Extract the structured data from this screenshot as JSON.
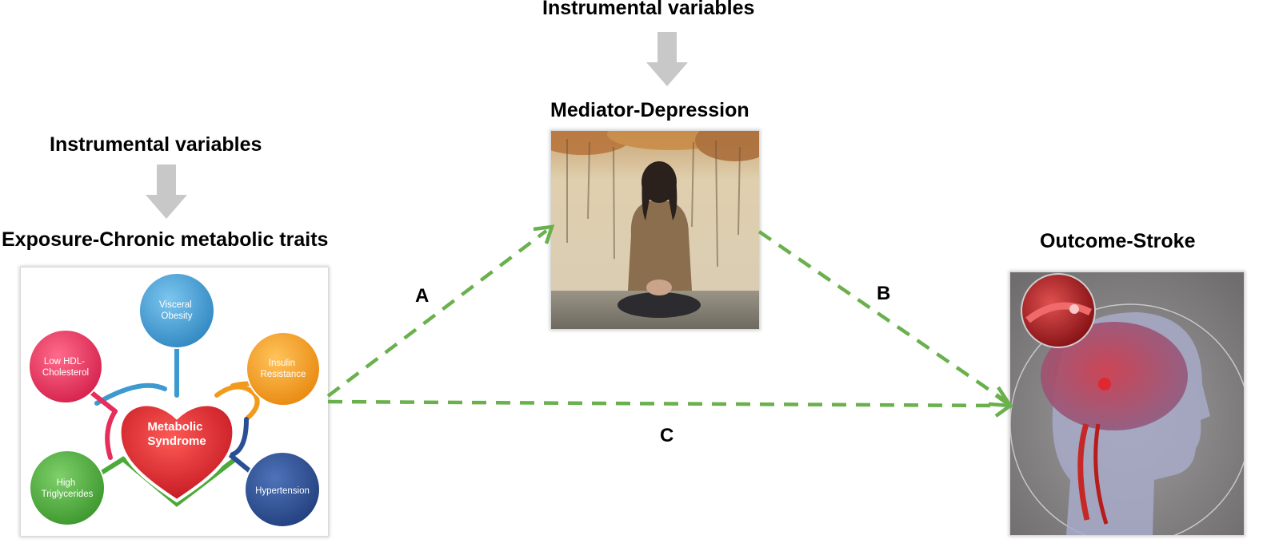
{
  "top_iv_label": "Instrumental variables",
  "left_iv_label": "Instrumental variables",
  "mediator": {
    "title": "Mediator-Depression"
  },
  "exposure": {
    "title": "Exposure-Chronic metabolic traits",
    "center": [
      "Metabolic",
      "Syndrome"
    ],
    "nodes": {
      "visceral": [
        "Visceral",
        "Obesity"
      ],
      "insulin": [
        "Insulin",
        "Resistance"
      ],
      "hdl": [
        "Low HDL-",
        "Cholesterol"
      ],
      "triglycerides": [
        "High",
        "Triglycerides"
      ],
      "hypertension": [
        "Hypertension"
      ]
    },
    "colors": {
      "visceral": "#3d9ad1",
      "insulin": "#f29a1c",
      "hdl": "#e62e5c",
      "triglycerides": "#4daa3a",
      "hypertension": "#2b4f95",
      "heart": "#d9232d"
    }
  },
  "outcome": {
    "title": "Outcome-Stroke"
  },
  "paths": {
    "a": "A",
    "b": "B",
    "c": "C",
    "color": "#6ab04c"
  }
}
